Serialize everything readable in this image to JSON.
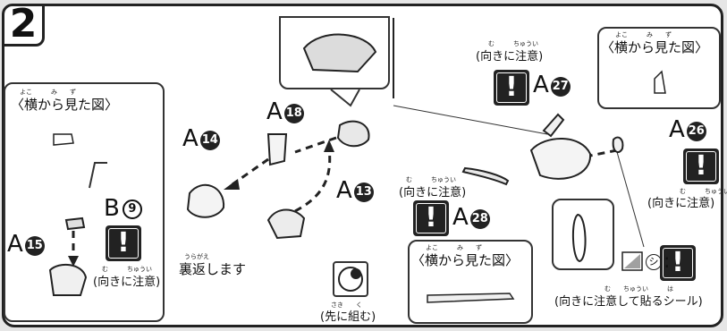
{
  "step": {
    "number": "2"
  },
  "side_view": {
    "title": "〈横から見た図〉",
    "ruby": "よこ　　　み　　ず"
  },
  "caution": {
    "text": "(向きに注意)",
    "ruby": "む　　　ちゅうい",
    "icon": "exclamation-icon",
    "glyph": "!"
  },
  "flip": {
    "text": "裏返します",
    "ruby": "うらがえ"
  },
  "tip": {
    "text": "(先に組む)",
    "ruby": "さき　　く"
  },
  "sticker": {
    "glyph": "シ",
    "colon": ":",
    "caption": "(向きに注意して貼るシール)",
    "ruby": "む　　ちゅうい　　　は"
  },
  "parts": [
    {
      "id": "a18",
      "letter": "A",
      "number": "18"
    },
    {
      "id": "a14",
      "letter": "A",
      "number": "14"
    },
    {
      "id": "a13",
      "letter": "A",
      "number": "13"
    },
    {
      "id": "b9",
      "letter": "B",
      "number": "9"
    },
    {
      "id": "a15",
      "letter": "A",
      "number": "15"
    },
    {
      "id": "a27",
      "letter": "A",
      "number": "27"
    },
    {
      "id": "a26",
      "letter": "A",
      "number": "26"
    },
    {
      "id": "a28",
      "letter": "A",
      "number": "28"
    }
  ],
  "colors": {
    "ink": "#222222",
    "paper": "#ffffff",
    "sticker": "#a0a0a0"
  }
}
